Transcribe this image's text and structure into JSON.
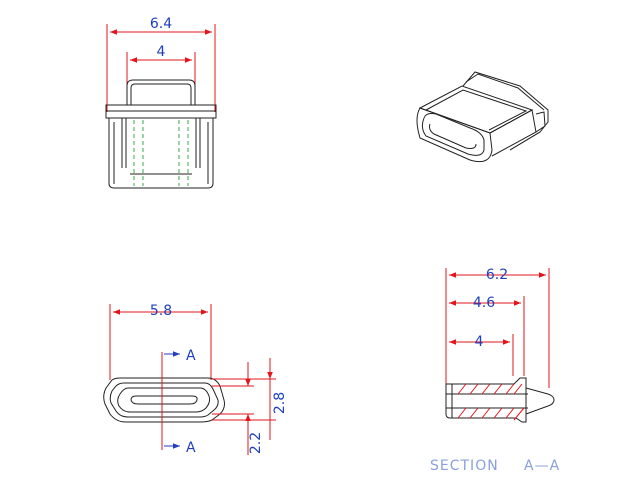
{
  "front_view": {
    "overall_width": "6.4",
    "inner_width": "4"
  },
  "bottom_view": {
    "width": "5.8",
    "height_outer": "2.8",
    "height_inner": "2.2",
    "section_mark_top": "A",
    "section_mark_bottom": "A"
  },
  "side_view": {
    "length_total": "6.2",
    "length_mid": "4.6",
    "length_inner": "4"
  },
  "section": {
    "label": "SECTION",
    "name": "A—A"
  },
  "colors": {
    "dimension_line": "#e3141b",
    "dimension_text": "#1f3fbf",
    "outline": "#222222",
    "hidden": "#3aa84a",
    "section_text": "#8aa0dd"
  }
}
